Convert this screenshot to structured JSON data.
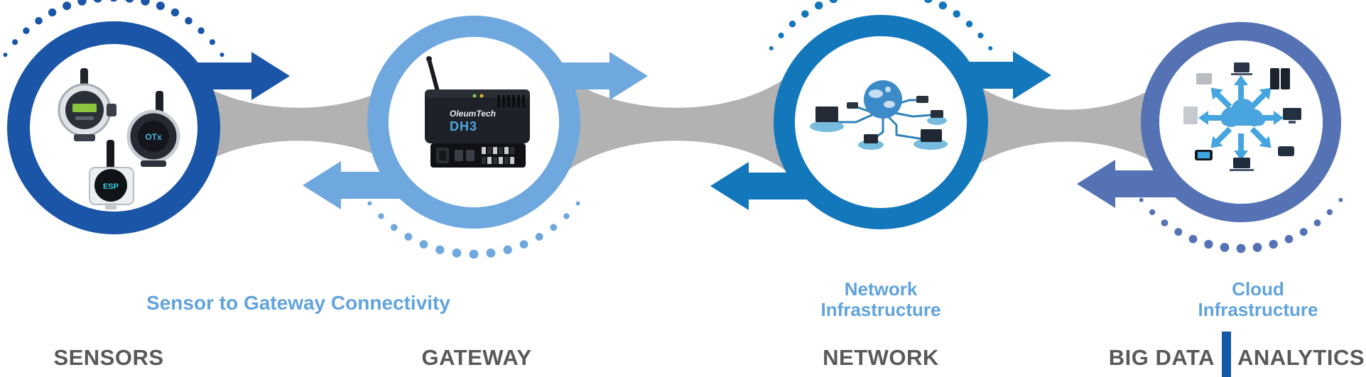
{
  "diagram": {
    "type": "process-flow",
    "description": "Wireless IoT data flow from field sensors through gateway and network to cloud analytics"
  },
  "palette": {
    "sensors_blue": "#1A55A8",
    "gateway_blue": "#6FA8DF",
    "network_blue": "#1377BC",
    "cloud_blue": "#5572B5",
    "connector_gray": "#B2B2B2",
    "caption_blue": "#61A3DC",
    "label_gray": "#58595B",
    "divider_blue": "#1458A8"
  },
  "stages": [
    {
      "id": "sensors",
      "label": "SENSORS",
      "color": "#1A55A8",
      "icon": "wireless-sensor-transmitters-image",
      "device_labels": {
        "ot": "OTx",
        "esp": "ESP"
      }
    },
    {
      "id": "gateway",
      "label": "GATEWAY",
      "color": "#6FA8DF",
      "icon": "dh3-wireless-gateway-image",
      "device": {
        "brand": "OleumTech",
        "model": "DH3"
      }
    },
    {
      "id": "network",
      "label": "NETWORK",
      "color": "#1377BC",
      "icon": "network-infrastructure-image"
    },
    {
      "id": "big-data-analytics",
      "label_left": "BIG DATA",
      "label_right": "ANALYTICS",
      "color": "#5572B5",
      "icon": "cloud-infrastructure-image"
    }
  ],
  "captions": {
    "sensor_to_gateway": "Sensor to Gateway Connectivity",
    "network": [
      "Network",
      "Infrastructure"
    ],
    "cloud": [
      "Cloud",
      "Infrastructure"
    ]
  }
}
